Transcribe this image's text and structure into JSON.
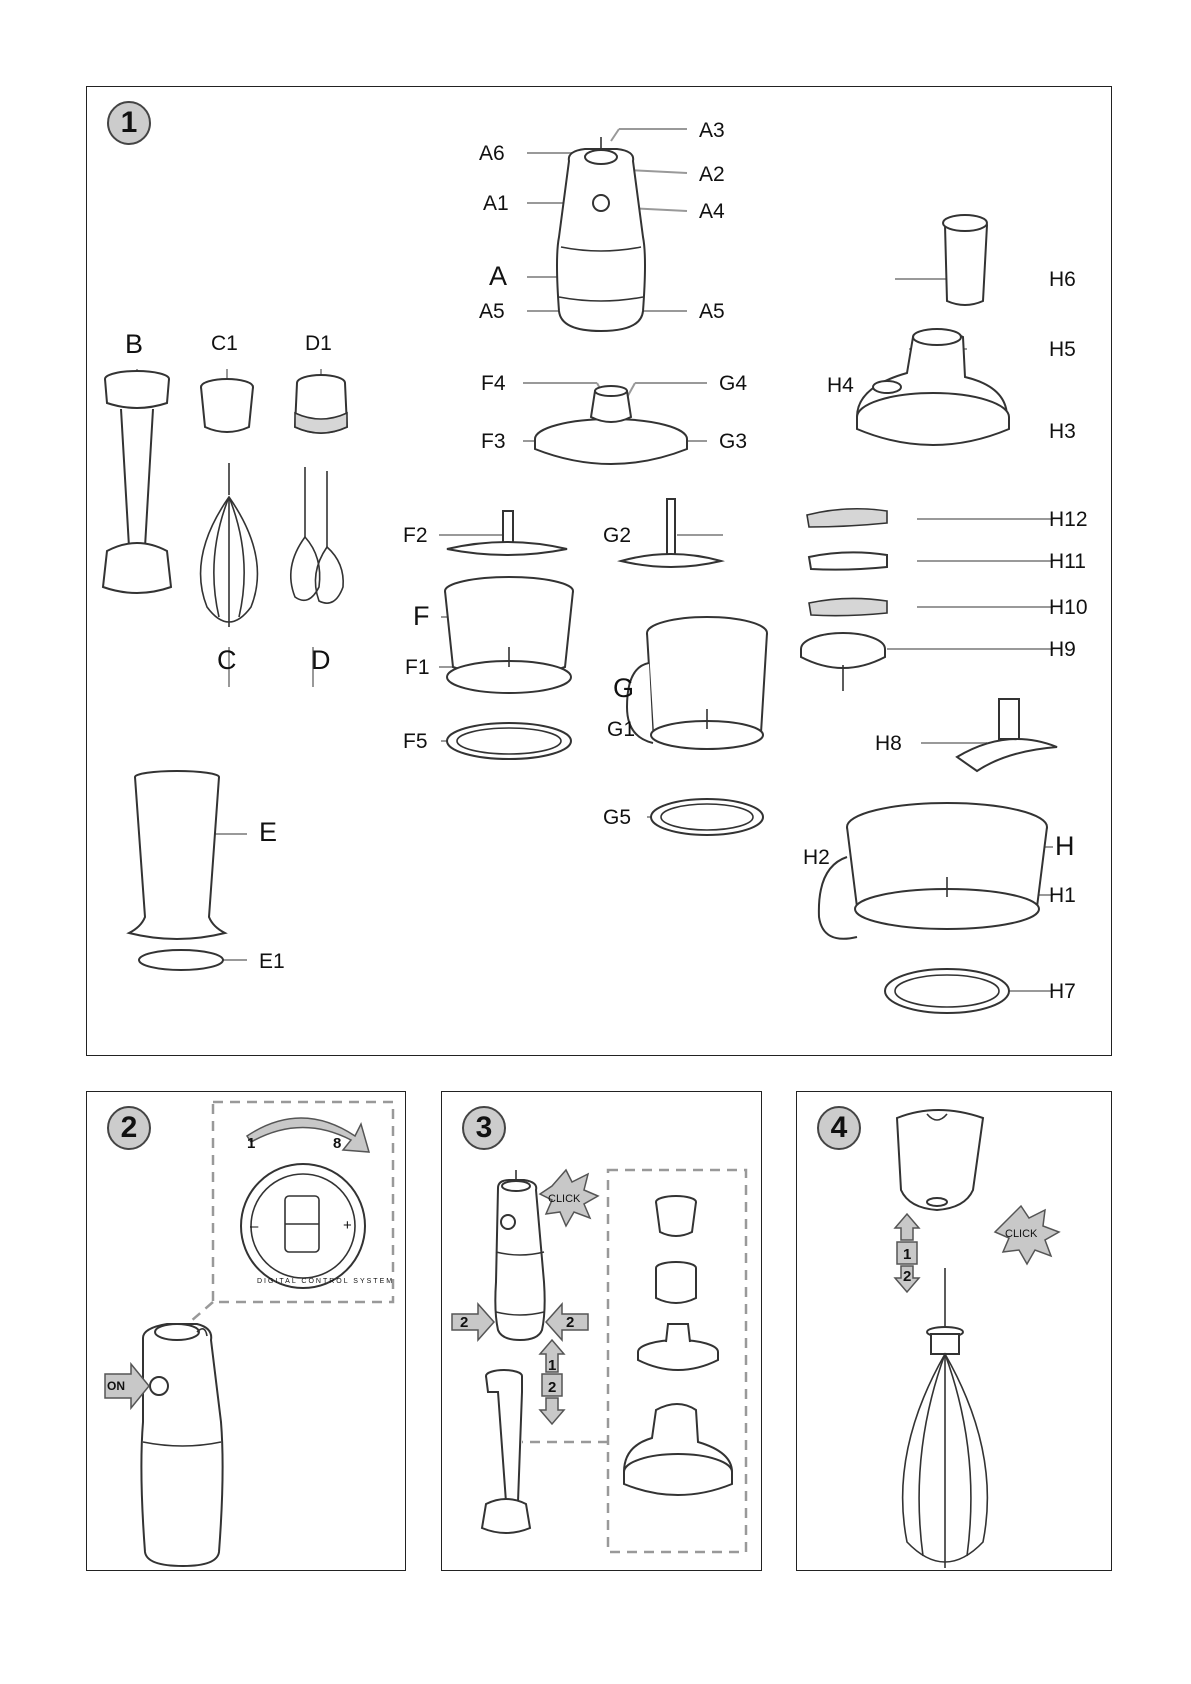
{
  "panels": {
    "p1": {
      "number": "1"
    },
    "p2": {
      "number": "2"
    },
    "p3": {
      "number": "3"
    },
    "p4": {
      "number": "4"
    }
  },
  "labels": {
    "A": "A",
    "A1": "A1",
    "A2": "A2",
    "A3": "A3",
    "A4": "A4",
    "A5": "A5",
    "A6": "A6",
    "B": "B",
    "C": "C",
    "C1": "C1",
    "D": "D",
    "D1": "D1",
    "E": "E",
    "E1": "E1",
    "F": "F",
    "F1": "F1",
    "F2": "F2",
    "F3": "F3",
    "F4": "F4",
    "F5": "F5",
    "G": "G",
    "G1": "G1",
    "G2": "G2",
    "G3": "G3",
    "G4": "G4",
    "G5": "G5",
    "H": "H",
    "H1": "H1",
    "H2": "H2",
    "H3": "H3",
    "H4": "H4",
    "H5": "H5",
    "H6": "H6",
    "H7": "H7",
    "H8": "H8",
    "H9": "H9",
    "H10": "H10",
    "H11": "H11",
    "H12": "H12"
  },
  "device": {
    "on_button": "ON"
  },
  "dial": {
    "min": "1",
    "max": "8",
    "minus": "–",
    "plus": "+",
    "ring_text": "DIGITAL CONTROL SYSTEM"
  },
  "steps": {
    "one": "1",
    "two": "2"
  },
  "click": "CLICK"
}
